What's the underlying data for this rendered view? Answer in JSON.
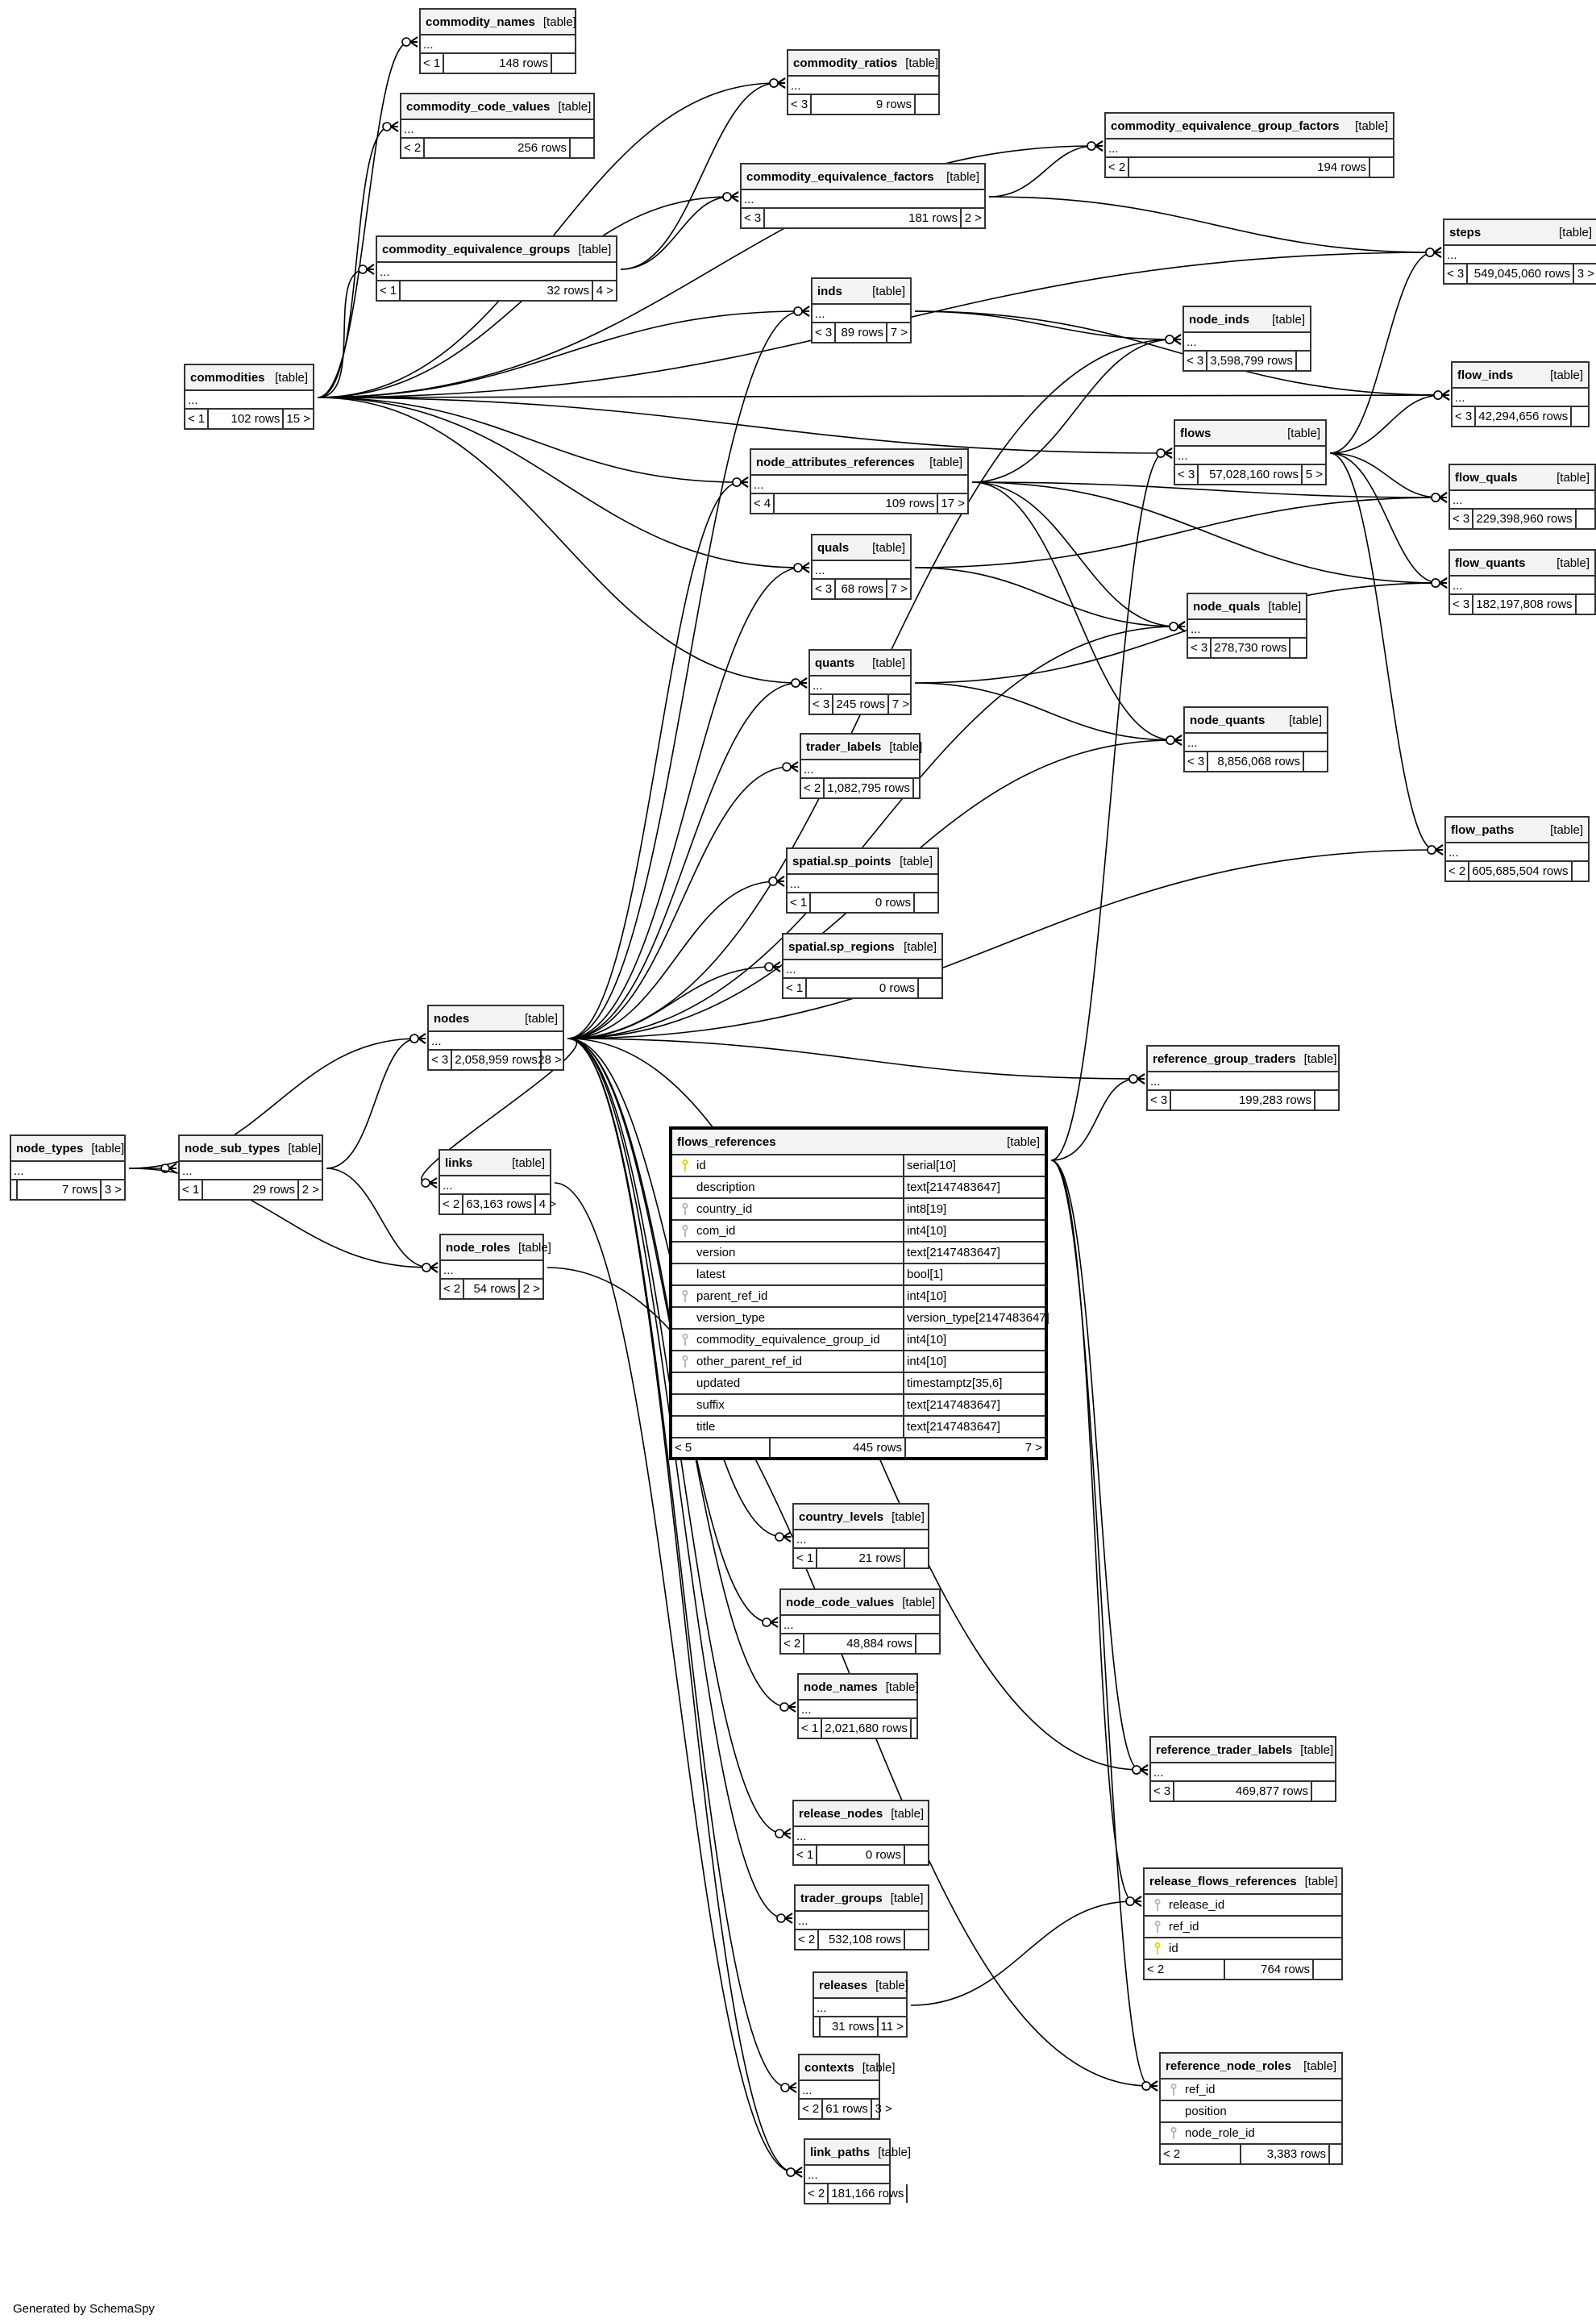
{
  "footer": "Generated by SchemaSpy",
  "type_label": "[table]",
  "ellipsis": "...",
  "tables": [
    {
      "id": "commodity_names",
      "name": "commodity_names",
      "parents": "< 1",
      "rows": "148 rows",
      "children": ""
    },
    {
      "id": "commodity_code_values",
      "name": "commodity_code_values",
      "parents": "< 2",
      "rows": "256 rows",
      "children": ""
    },
    {
      "id": "commodity_ratios",
      "name": "commodity_ratios",
      "parents": "< 3",
      "rows": "9 rows",
      "children": ""
    },
    {
      "id": "commodity_equivalence_group_factors",
      "name": "commodity_equivalence_group_factors",
      "parents": "< 2",
      "rows": "194 rows",
      "children": ""
    },
    {
      "id": "commodity_equivalence_factors",
      "name": "commodity_equivalence_factors",
      "parents": "< 3",
      "rows": "181 rows",
      "children": "2 >"
    },
    {
      "id": "steps",
      "name": "steps",
      "parents": "< 3",
      "rows": "549,045,060 rows",
      "children": "3 >"
    },
    {
      "id": "commodity_equivalence_groups",
      "name": "commodity_equivalence_groups",
      "parents": "< 1",
      "rows": "32 rows",
      "children": "4 >"
    },
    {
      "id": "inds",
      "name": "inds",
      "parents": "< 3",
      "rows": "89 rows",
      "children": "7 >"
    },
    {
      "id": "node_inds",
      "name": "node_inds",
      "parents": "< 3",
      "rows": "3,598,799 rows",
      "children": ""
    },
    {
      "id": "flow_inds",
      "name": "flow_inds",
      "parents": "< 3",
      "rows": "42,294,656 rows",
      "children": ""
    },
    {
      "id": "commodities",
      "name": "commodities",
      "parents": "< 1",
      "rows": "102 rows",
      "children": "15 >"
    },
    {
      "id": "flows",
      "name": "flows",
      "parents": "< 3",
      "rows": "57,028,160 rows",
      "children": "5 >"
    },
    {
      "id": "node_attributes_references",
      "name": "node_attributes_references",
      "parents": "< 4",
      "rows": "109 rows",
      "children": "17 >"
    },
    {
      "id": "flow_quals",
      "name": "flow_quals",
      "parents": "< 3",
      "rows": "229,398,960 rows",
      "children": ""
    },
    {
      "id": "quals",
      "name": "quals",
      "parents": "< 3",
      "rows": "68 rows",
      "children": "7 >"
    },
    {
      "id": "flow_quants",
      "name": "flow_quants",
      "parents": "< 3",
      "rows": "182,197,808 rows",
      "children": ""
    },
    {
      "id": "node_quals",
      "name": "node_quals",
      "parents": "< 3",
      "rows": "278,730 rows",
      "children": ""
    },
    {
      "id": "quants",
      "name": "quants",
      "parents": "< 3",
      "rows": "245 rows",
      "children": "7 >"
    },
    {
      "id": "node_quants",
      "name": "node_quants",
      "parents": "< 3",
      "rows": "8,856,068 rows",
      "children": ""
    },
    {
      "id": "trader_labels",
      "name": "trader_labels",
      "parents": "< 2",
      "rows": "1,082,795 rows",
      "children": ""
    },
    {
      "id": "flow_paths",
      "name": "flow_paths",
      "parents": "< 2",
      "rows": "605,685,504 rows",
      "children": ""
    },
    {
      "id": "spatial_sp_points",
      "name": "spatial.sp_points",
      "parents": "< 1",
      "rows": "0 rows",
      "children": ""
    },
    {
      "id": "spatial_sp_regions",
      "name": "spatial.sp_regions",
      "parents": "< 1",
      "rows": "0 rows",
      "children": ""
    },
    {
      "id": "nodes",
      "name": "nodes",
      "parents": "< 3",
      "rows": "2,058,959 rows",
      "children": "28 >"
    },
    {
      "id": "reference_group_traders",
      "name": "reference_group_traders",
      "parents": "< 3",
      "rows": "199,283 rows",
      "children": ""
    },
    {
      "id": "node_types",
      "name": "node_types",
      "parents": "",
      "rows": "7 rows",
      "children": "3 >"
    },
    {
      "id": "node_sub_types",
      "name": "node_sub_types",
      "parents": "< 1",
      "rows": "29 rows",
      "children": "2 >"
    },
    {
      "id": "links",
      "name": "links",
      "parents": "< 2",
      "rows": "63,163 rows",
      "children": "4 >"
    },
    {
      "id": "node_roles",
      "name": "node_roles",
      "parents": "< 2",
      "rows": "54 rows",
      "children": "2 >"
    },
    {
      "id": "country_levels",
      "name": "country_levels",
      "parents": "< 1",
      "rows": "21 rows",
      "children": ""
    },
    {
      "id": "node_code_values",
      "name": "node_code_values",
      "parents": "< 2",
      "rows": "48,884 rows",
      "children": ""
    },
    {
      "id": "node_names",
      "name": "node_names",
      "parents": "< 1",
      "rows": "2,021,680 rows",
      "children": ""
    },
    {
      "id": "reference_trader_labels",
      "name": "reference_trader_labels",
      "parents": "< 3",
      "rows": "469,877 rows",
      "children": ""
    },
    {
      "id": "release_nodes",
      "name": "release_nodes",
      "parents": "< 1",
      "rows": "0 rows",
      "children": ""
    },
    {
      "id": "trader_groups",
      "name": "trader_groups",
      "parents": "< 2",
      "rows": "532,108 rows",
      "children": ""
    },
    {
      "id": "releases",
      "name": "releases",
      "parents": "",
      "rows": "31 rows",
      "children": "11 >"
    },
    {
      "id": "contexts",
      "name": "contexts",
      "parents": "< 2",
      "rows": "61 rows",
      "children": "3 >"
    },
    {
      "id": "link_paths",
      "name": "link_paths",
      "parents": "< 2",
      "rows": "181,166 rows",
      "children": ""
    }
  ],
  "focus_table": {
    "name": "flows_references",
    "parents": "< 5",
    "rows": "445 rows",
    "children": "7 >",
    "columns": [
      {
        "name": "id",
        "type": "serial[10]",
        "key": "primary"
      },
      {
        "name": "description",
        "type": "text[2147483647]",
        "key": ""
      },
      {
        "name": "country_id",
        "type": "int8[19]",
        "key": "foreign"
      },
      {
        "name": "com_id",
        "type": "int4[10]",
        "key": "foreign"
      },
      {
        "name": "version",
        "type": "text[2147483647]",
        "key": ""
      },
      {
        "name": "latest",
        "type": "bool[1]",
        "key": ""
      },
      {
        "name": "parent_ref_id",
        "type": "int4[10]",
        "key": "foreign"
      },
      {
        "name": "version_type",
        "type": "version_type[2147483647]",
        "key": ""
      },
      {
        "name": "commodity_equivalence_group_id",
        "type": "int4[10]",
        "key": "foreign"
      },
      {
        "name": "other_parent_ref_id",
        "type": "int4[10]",
        "key": "foreign"
      },
      {
        "name": "updated",
        "type": "timestamptz[35,6]",
        "key": ""
      },
      {
        "name": "suffix",
        "type": "text[2147483647]",
        "key": ""
      },
      {
        "name": "title",
        "type": "text[2147483647]",
        "key": ""
      }
    ]
  },
  "column_tables": [
    {
      "id": "release_flows_references",
      "name": "release_flows_references",
      "parents": "< 2",
      "rows": "764 rows",
      "children": "",
      "columns": [
        {
          "name": "release_id",
          "key": "foreign"
        },
        {
          "name": "ref_id",
          "key": "foreign"
        },
        {
          "name": "id",
          "key": "primary"
        }
      ]
    },
    {
      "id": "reference_node_roles",
      "name": "reference_node_roles",
      "parents": "< 2",
      "rows": "3,383 rows",
      "children": "",
      "columns": [
        {
          "name": "ref_id",
          "key": "foreign"
        },
        {
          "name": "position",
          "key": ""
        },
        {
          "name": "node_role_id",
          "key": "foreign"
        }
      ]
    }
  ],
  "colors": {
    "primary_key": "#e8d800",
    "foreign_key": "#b8b8b8",
    "header_bg": "#f3f3f3",
    "border": "#333333"
  }
}
